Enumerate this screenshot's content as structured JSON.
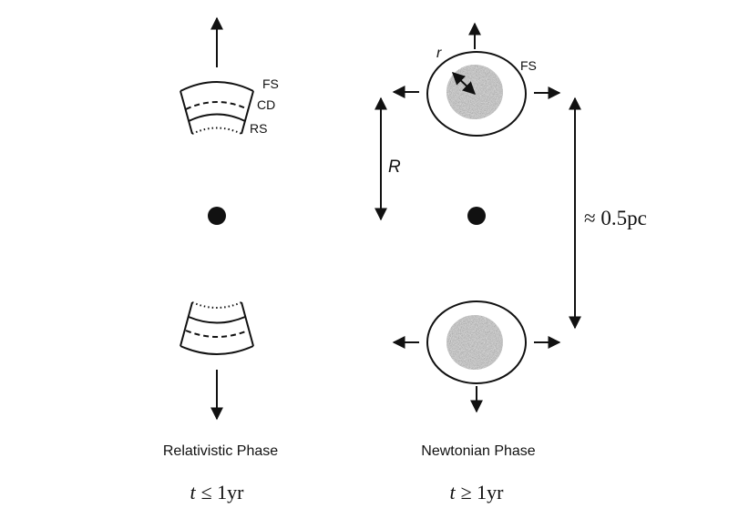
{
  "left_panel": {
    "shock_labels": {
      "fs": "FS",
      "cd": "CD",
      "rs": "RS"
    },
    "caption": "Relativistic Phase",
    "condition_var": "t",
    "condition_rel": "≤ 1yr"
  },
  "right_panel": {
    "shell_label": "FS",
    "radius_small": "r",
    "radius_large": "R",
    "scale_label": "≈ 0.5pc",
    "caption": "Newtonian Phase",
    "condition_var": "t",
    "condition_rel": "≥ 1yr"
  },
  "colors": {
    "ink": "#111111",
    "blob": "#a9a9a9"
  }
}
